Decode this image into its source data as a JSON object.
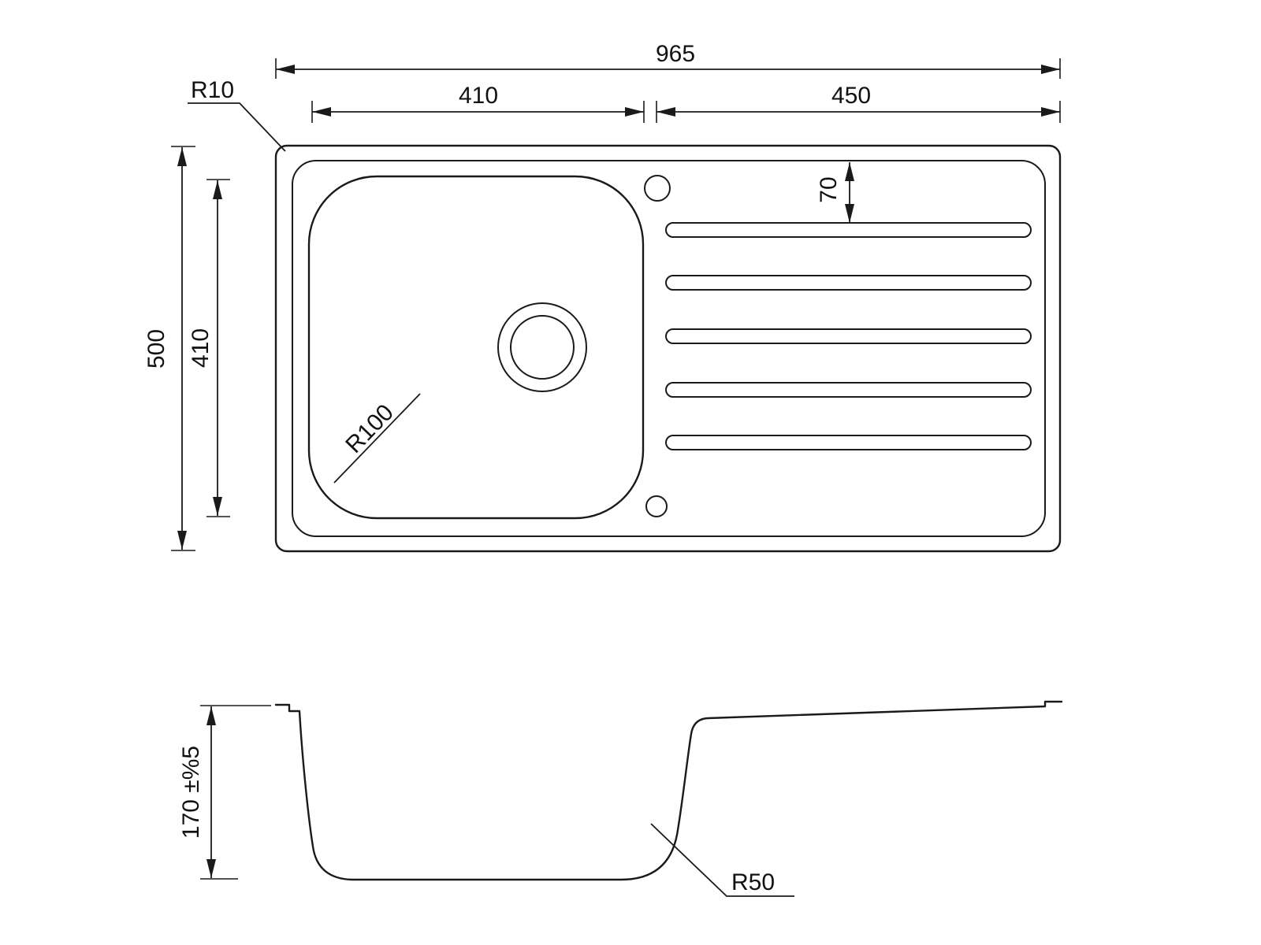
{
  "background": "#ffffff",
  "line_color": "#1a1a1a",
  "top_view": {
    "dim_overall_width": "965",
    "dim_drainer_width": "450",
    "dim_bowl_width": "410",
    "dim_overall_depth": "500",
    "dim_bowl_depth": "410",
    "dim_first_groove_offset": "70",
    "label_rim_corner_radius": "R10",
    "label_bowl_corner_radius": "R100"
  },
  "section_view": {
    "dim_bowl_depth_tolerance": "170 ±%5",
    "label_bowl_bottom_radius": "R50"
  }
}
